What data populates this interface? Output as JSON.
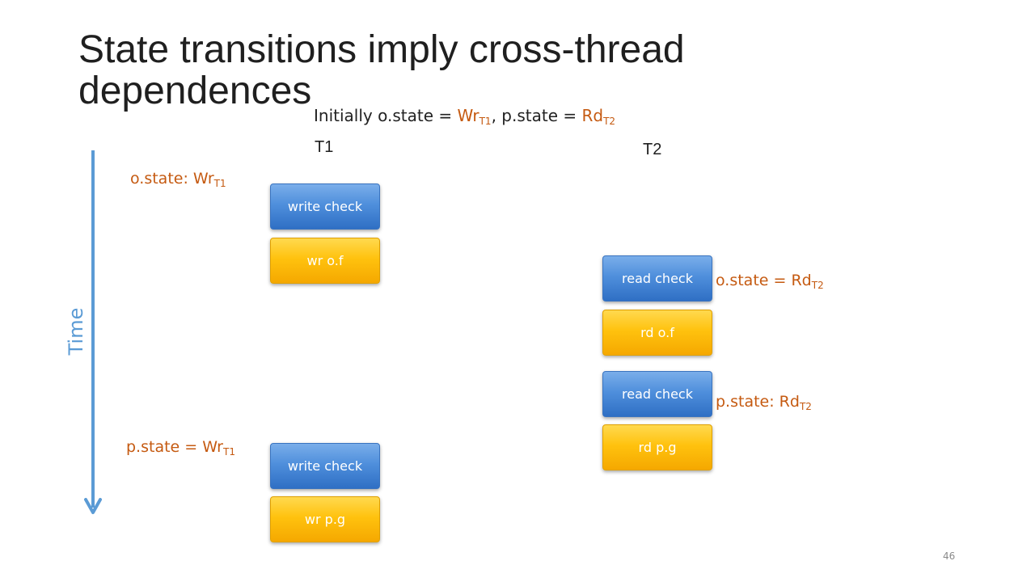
{
  "title": "State transitions imply cross-thread dependences",
  "initially": {
    "prefix": "Initially o.state = ",
    "o_state": "Wr",
    "o_state_sub": "T1",
    "middle": ", p.state = ",
    "p_state": "Rd",
    "p_state_sub": "T2"
  },
  "threads": {
    "t1": "T1",
    "t2": "T2"
  },
  "time_label": "Time",
  "notes": {
    "o_state_t1": {
      "text": "o.state: Wr",
      "sub": "T1"
    },
    "p_state_t1": {
      "text": "p.state = Wr",
      "sub": "T1"
    },
    "o_state_t2": {
      "text": "o.state = Rd",
      "sub": "T2"
    },
    "p_state_t2": {
      "text": "p.state: Rd",
      "sub": "T2"
    }
  },
  "boxes": {
    "t1_write_check_1": "write check",
    "t1_wr_of": "wr o.f",
    "t1_write_check_2": "write check",
    "t1_wr_pg": "wr p.g",
    "t2_read_check_1": "read check",
    "t2_rd_of": "rd o.f",
    "t2_read_check_2": "read check",
    "t2_rd_pg": "rd p.g"
  },
  "colors": {
    "accent_orange": "#c55a11",
    "check_blue": "#4f8fdc",
    "access_gold": "#ffc20e",
    "time_arrow": "#5b9bd5"
  },
  "slide_number": "46"
}
